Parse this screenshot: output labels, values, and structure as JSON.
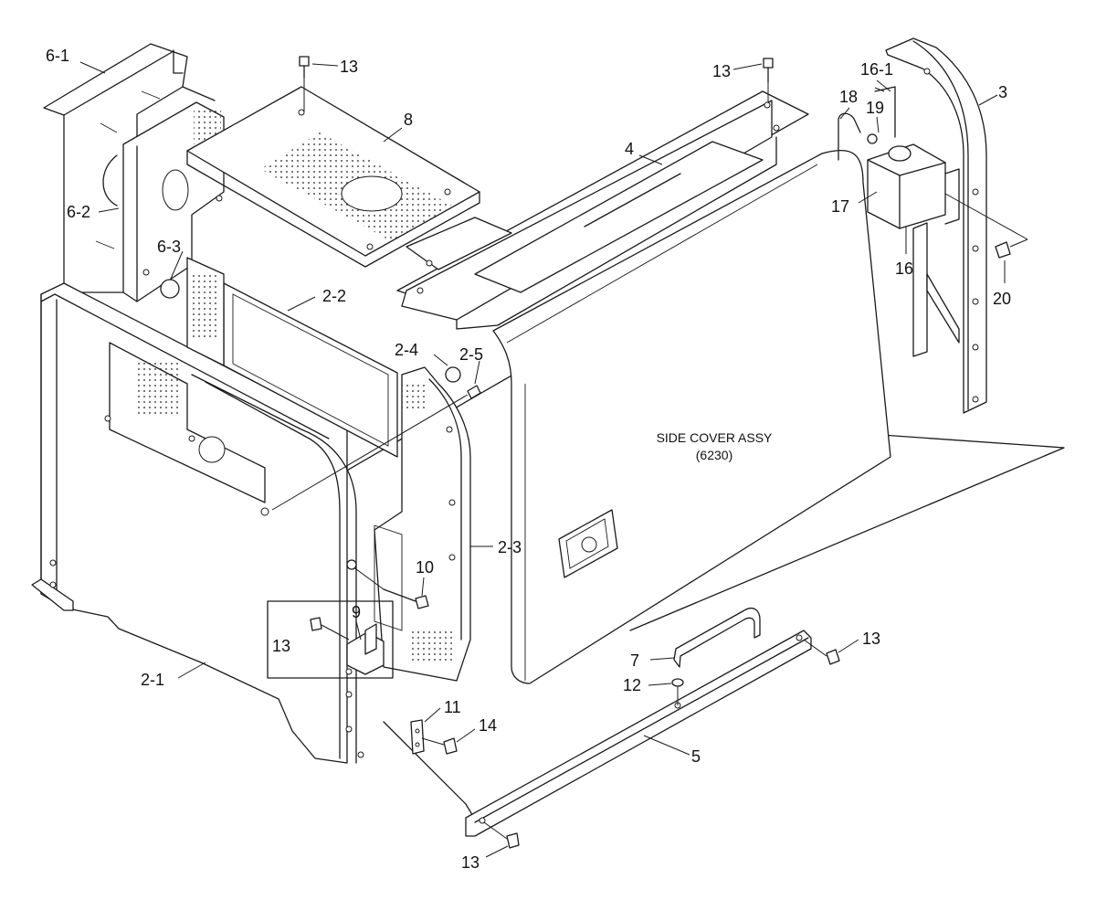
{
  "diagram": {
    "title_line1": "SIDE COVER ASSY",
    "title_line2": "(6230)",
    "labels": {
      "p6_1": "6-1",
      "p6_2": "6-2",
      "p6_3": "6-3",
      "p13_a": "13",
      "p13_b": "13",
      "p13_c": "13",
      "p13_d": "13",
      "p13_e": "13",
      "p8": "8",
      "p4": "4",
      "p18": "18",
      "p16_1": "16-1",
      "p19": "19",
      "p3": "3",
      "p17": "17",
      "p16": "16",
      "p20": "20",
      "p2_2": "2-2",
      "p2_4": "2-4",
      "p2_5": "2-5",
      "p2_3": "2-3",
      "p10": "10",
      "p9": "9",
      "p2_1": "2-1",
      "p7": "7",
      "p12": "12",
      "p11": "11",
      "p14": "14",
      "p5": "5"
    }
  }
}
